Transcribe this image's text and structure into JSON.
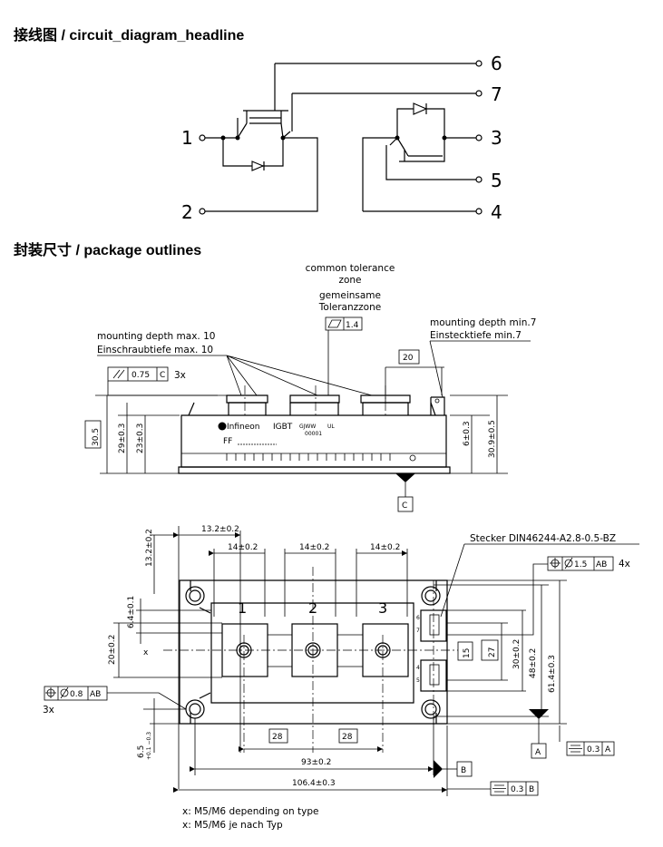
{
  "headings": {
    "circuit": "接线图 / circuit_diagram_headline",
    "package": "封装尺寸 / package outlines"
  },
  "circuit": {
    "pins": [
      "1",
      "2",
      "3",
      "4",
      "5",
      "6",
      "7"
    ]
  },
  "side_view": {
    "common_tolerance_1": "common tolerance",
    "common_tolerance_2": "zone",
    "gemeinsame_1": "gemeinsame",
    "gemeinsame_2": "Toleranzzone",
    "flatness": "1.4",
    "mounting_depth_max_en": "mounting depth max. 10",
    "mounting_depth_max_de": "Einschraubtiefe max. 10",
    "mounting_depth_min_en": "mounting depth min.7",
    "mounting_depth_min_de": "Einstecktiefe min.7",
    "parallelism_value": "0.75",
    "parallelism_datum": "C",
    "parallelism_count": "3x",
    "dim_20": "20",
    "dim_30_5": "30.5",
    "dim_29": "29±0.3",
    "dim_23": "23±0.3",
    "dim_6": "6±0.3",
    "dim_30_9": "30.9±0.5",
    "datum_c": "C",
    "brand": "Infineon",
    "type": "IGBT",
    "date_code": "GJWW",
    "serial": "00001",
    "ul_mark": "UL",
    "ff": "FF"
  },
  "top_view": {
    "dim_13_2_horiz": "13.2±0.2",
    "dim_13_2_vert": "13.2±0.2",
    "dim_14_a": "14±0.2",
    "dim_14_b": "14±0.2",
    "dim_14_c": "14±0.2",
    "stecker": "Stecker DIN46244-A2.8-0.5-BZ",
    "position_tol_pins": "1.5",
    "position_tol_pins_datum": "AB",
    "position_tol_pins_count": "4x",
    "dim_6_4": "6.4±0.1",
    "dim_20": "20±0.2",
    "dim_x": "x",
    "terminal_1": "1",
    "terminal_2": "2",
    "terminal_3": "3",
    "pin_6": "6",
    "pin_7": "7",
    "pin_4": "4",
    "pin_5": "5",
    "dim_15": "15",
    "dim_27": "27",
    "dim_30": "30±0.2",
    "dim_48": "48±0.2",
    "dim_61_4": "61.4±0.3",
    "position_tol_holes": "0.8",
    "position_tol_holes_datum": "AB",
    "position_tol_holes_count": "3x",
    "dim_6_5": "6.5",
    "dim_6_5_tol": "+0.1 −0.3",
    "dim_28_a": "28",
    "dim_28_b": "28",
    "dim_93": "93±0.2",
    "dim_106_4": "106.4±0.3",
    "datum_a": "A",
    "datum_b": "B",
    "sym_tol_a": "0.3",
    "sym_tol_a_datum": "A",
    "sym_tol_b": "0.3",
    "sym_tol_b_datum": "B",
    "note_en": "x: M5/M6 depending on type",
    "note_de": "x: M5/M6 je nach Typ"
  }
}
